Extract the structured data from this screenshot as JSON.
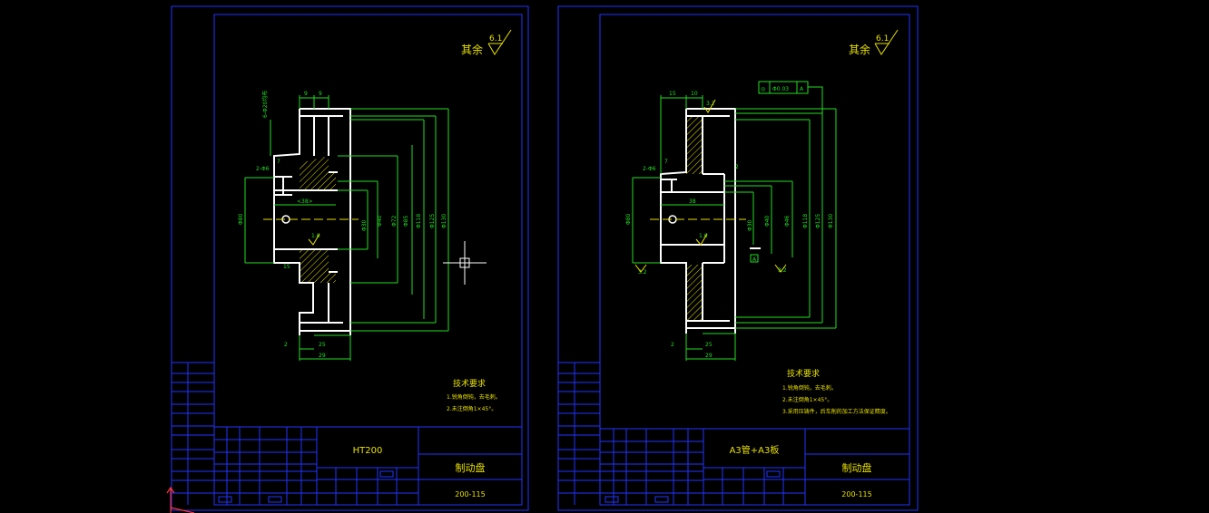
{
  "colors": {
    "background": "#000000",
    "frame": "#2233ff",
    "geometry": "#ffffff",
    "dimension": "#22dd22",
    "text": "#e8e000",
    "hatch": "#e8e000",
    "cursor": "#ffffff",
    "ucs": "#ff3333"
  },
  "drawings": [
    {
      "surface_finish": {
        "label": "其余",
        "value": "6.1"
      },
      "dimensions": {
        "top": [
          "9",
          "9"
        ],
        "hole_note": "6-Φ20均布",
        "chamfer": "2-Φ6",
        "left_small": "7",
        "bore_width": "<38>",
        "bottom_left": "15",
        "roughness": "1.6",
        "dia_left": "Φ80",
        "diameters": [
          "Φ30",
          "Φ40",
          "Φ72",
          "Φ85",
          "Φ118",
          "Φ125",
          "Φ130"
        ],
        "bottom": [
          "2",
          "25",
          "29"
        ]
      },
      "requirements": {
        "title": "技术要求",
        "items": [
          "1.锐角倒钝，去毛刺。",
          "2.未注倒角1×45°。"
        ]
      },
      "title_block": {
        "material": "HT200",
        "name": "制动盘",
        "code": "200-115"
      }
    },
    {
      "surface_finish": {
        "label": "其余",
        "value": "6.1"
      },
      "tolerance_frame": [
        "◎",
        "Φ0.03",
        "A"
      ],
      "dimensions": {
        "top": [
          "15",
          "10"
        ],
        "roughness_top": "3.2",
        "chamfer": "2-Φ6",
        "left_small": "7",
        "bore_width": "38",
        "roughness": "1.6",
        "dia_left": "Φ80",
        "diameters": [
          "Φ30",
          "Φ40",
          "Φ46",
          "Φ118",
          "Φ125",
          "Φ130"
        ],
        "roughness_side": [
          "3.2",
          "3.2"
        ],
        "datum": "A",
        "right_small": "2",
        "bottom": [
          "2",
          "25",
          "29"
        ]
      },
      "requirements": {
        "title": "技术要求",
        "items": [
          "1.锐角倒钝，去毛刺。",
          "2.未注倒角1×45°。",
          "3.采用压铸件，后车削的加工方法保证精度。"
        ]
      },
      "title_block": {
        "material": "A3管+A3板",
        "name": "制动盘",
        "code": "200-115"
      }
    }
  ]
}
